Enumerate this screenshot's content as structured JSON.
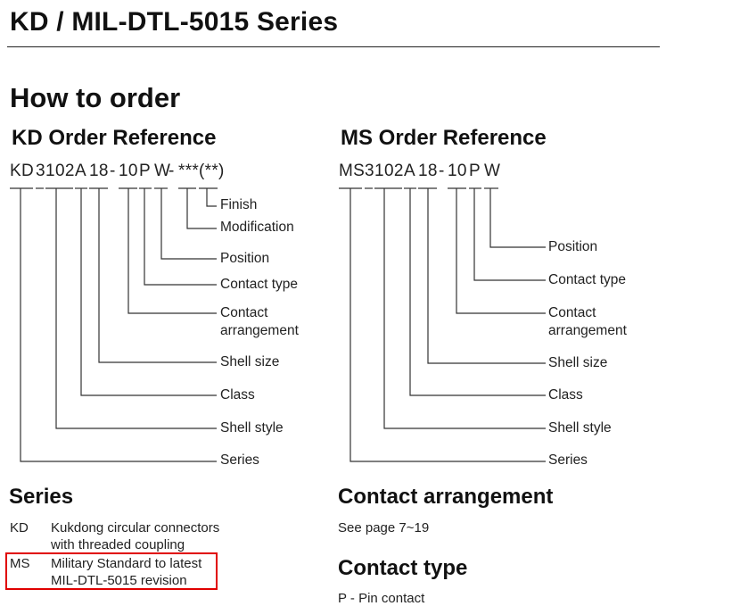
{
  "page": {
    "title": "KD / MIL-DTL-5015 Series",
    "heading": "How to order"
  },
  "kd": {
    "heading": "KD Order Reference",
    "code": {
      "p1": "KD",
      "p2": "3",
      "p3": "1",
      "p4": "02",
      "p5": "A",
      "p6": "18",
      "p7": "-",
      "p8": "10",
      "p9": "P",
      "p10": "W",
      "p11": "-",
      "p12": "***",
      "p13": "(**)"
    },
    "labels": {
      "finish": "Finish",
      "modification": "Modification",
      "position": "Position",
      "contact_type": "Contact type",
      "contact_arrangement_1": "Contact",
      "contact_arrangement_2": "arrangement",
      "shell_size": "Shell size",
      "class": "Class",
      "shell_style": "Shell style",
      "series": "Series"
    }
  },
  "ms": {
    "heading": "MS Order Reference",
    "code": {
      "p1": "MS",
      "p2": "3",
      "p3": "1",
      "p4": "02",
      "p5": "A",
      "p6": "18",
      "p7": "-",
      "p8": "10",
      "p9": "P",
      "p10": "W"
    },
    "labels": {
      "position": "Position",
      "contact_type": "Contact type",
      "contact_arrangement_1": "Contact",
      "contact_arrangement_2": "arrangement",
      "shell_size": "Shell size",
      "class": "Class",
      "shell_style": "Shell style",
      "series": "Series"
    }
  },
  "series": {
    "heading": "Series",
    "rows": [
      {
        "code": "KD",
        "line1": "Kukdong circular connectors",
        "line2": "with threaded coupling"
      },
      {
        "code": "MS",
        "line1": "Military Standard to latest",
        "line2": "MIL-DTL-5015 revision"
      }
    ],
    "highlight_color": "#e00000"
  },
  "contact_arrangement": {
    "heading": "Contact arrangement",
    "text": "See page 7~19"
  },
  "contact_type": {
    "heading": "Contact type",
    "text": "P - Pin contact"
  }
}
